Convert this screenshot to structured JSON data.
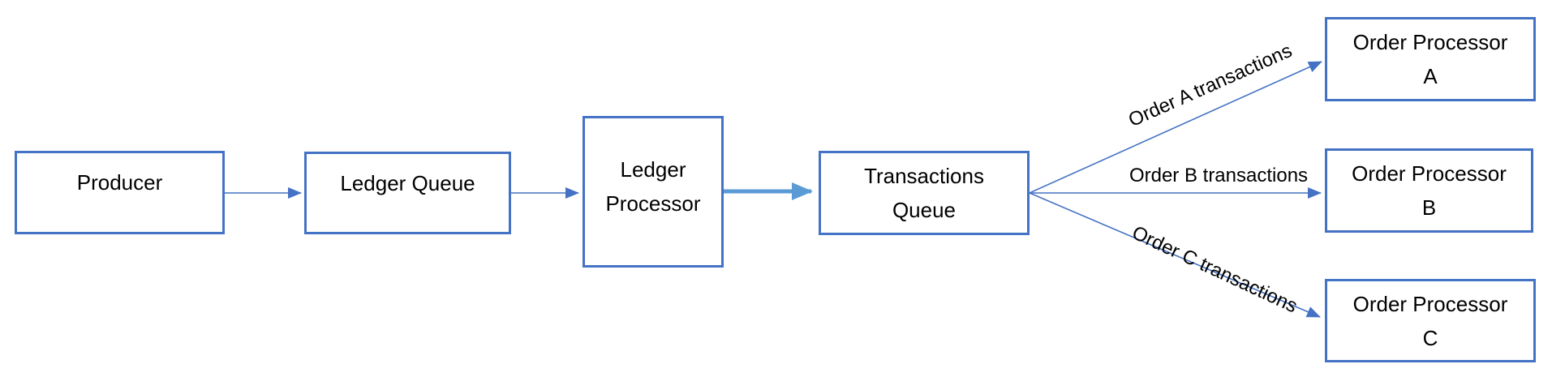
{
  "diagram": {
    "nodes": [
      {
        "id": "producer",
        "lines": [
          "Producer"
        ]
      },
      {
        "id": "ledger-queue",
        "lines": [
          "Ledger Queue"
        ]
      },
      {
        "id": "ledger-processor",
        "lines": [
          "Ledger",
          "Processor"
        ]
      },
      {
        "id": "transactions-queue",
        "lines": [
          "Transactions",
          "Queue"
        ]
      },
      {
        "id": "order-processor-a",
        "lines": [
          "Order Processor",
          "A"
        ]
      },
      {
        "id": "order-processor-b",
        "lines": [
          "Order Processor",
          "B"
        ]
      },
      {
        "id": "order-processor-c",
        "lines": [
          "Order Processor",
          "C"
        ]
      }
    ],
    "edges": [
      {
        "from": "producer",
        "to": "ledger-queue",
        "label": "",
        "style": "thin"
      },
      {
        "from": "ledger-queue",
        "to": "ledger-processor",
        "label": "",
        "style": "thin"
      },
      {
        "from": "ledger-processor",
        "to": "transactions-queue",
        "label": "",
        "style": "thick"
      },
      {
        "from": "transactions-queue",
        "to": "order-processor-a",
        "label": "Order A transactions",
        "style": "thin"
      },
      {
        "from": "transactions-queue",
        "to": "order-processor-b",
        "label": "Order B transactions",
        "style": "thin"
      },
      {
        "from": "transactions-queue",
        "to": "order-processor-c",
        "label": "Order C transactions",
        "style": "thin"
      }
    ],
    "colors": {
      "box_border": "#4472C4",
      "arrow": "#4472C4",
      "arrow_thick": "#5B9BD5",
      "text": "#000000"
    },
    "cursor_icon": "i-beam"
  }
}
